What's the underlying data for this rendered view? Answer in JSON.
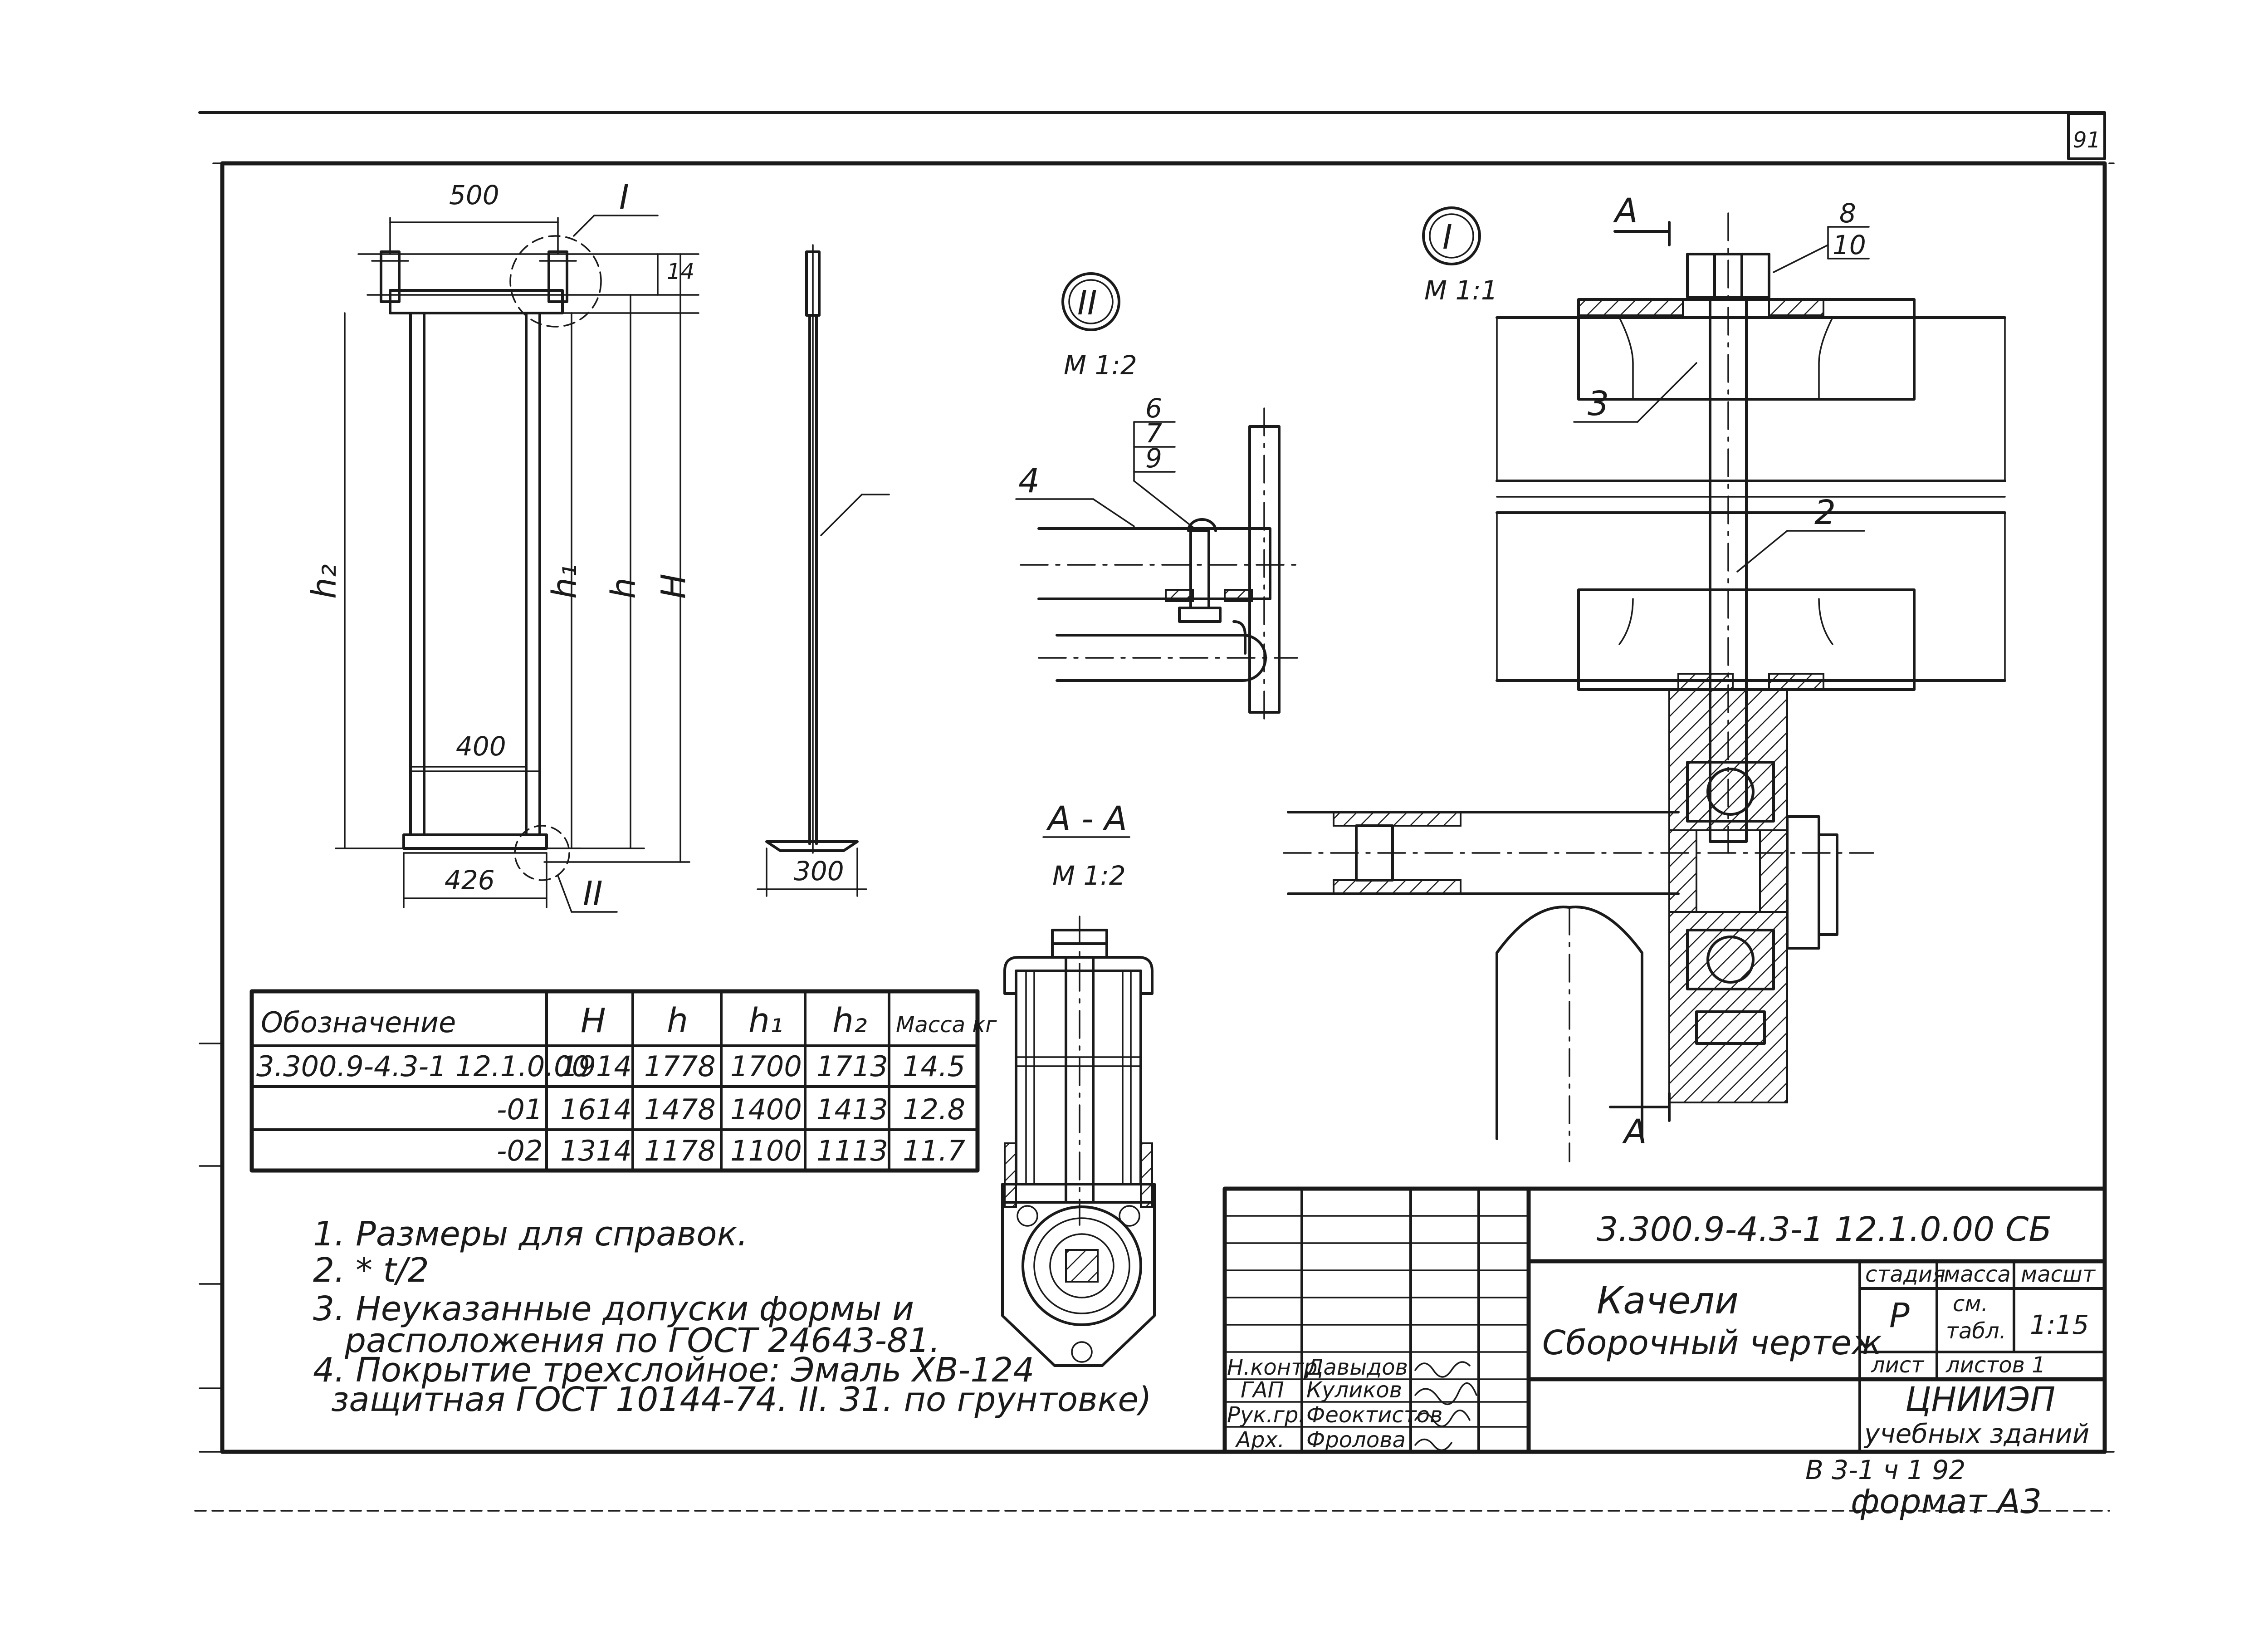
{
  "sheet_number": "91",
  "overall_width": "500",
  "details": {
    "detail_1": {
      "mark": "I",
      "scale": "М 1:1"
    },
    "detail_2": {
      "mark": "II",
      "scale": "М 1:2"
    },
    "section_aa": {
      "title": "А - А",
      "scale": "М 1:2",
      "cut_letter": "А"
    }
  },
  "front_view": {
    "dim_h2": "h₂",
    "dim_h1": "h₁",
    "dim_h": "h",
    "dim_H": "H",
    "dim_400": "400",
    "dim_426": "426",
    "callout_2": "II",
    "callout_1": "I"
  },
  "side_view": {
    "dim_300": "300"
  },
  "positions": {
    "pos_2": "2",
    "pos_3": "3",
    "pos_4": "4",
    "pos_6": "6",
    "pos_7": "7",
    "pos_9": "9",
    "pos_8": "8",
    "pos_10": "10"
  },
  "table": {
    "headers": [
      "Обозначение",
      "H",
      "h",
      "h₁",
      "h₂",
      "Масса кг"
    ],
    "rows": [
      [
        "3.300.9-4.3-1 12.1.0.00",
        "1914",
        "1778",
        "1700",
        "1713",
        "14.5"
      ],
      [
        "-01",
        "1614",
        "1478",
        "1400",
        "1413",
        "12.8"
      ],
      [
        "-02",
        "1314",
        "1178",
        "1100",
        "1113",
        "11.7"
      ]
    ]
  },
  "notes": [
    "1. Размеры для справок.",
    "2. * t/2",
    "3. Неуказанные допуски формы и",
    "расположения по ГОСТ 24643-81.",
    "4. Покрытие трехслойное: Эмаль ХВ-124",
    "защитная ГОСТ 10144-74. II. 31. по грунтовке)"
  ],
  "title_block": {
    "document_code": "3.300.9-4.3-1 12.1.0.00 СБ",
    "title_line1": "Качели",
    "title_line2": "Сборочный чертеж",
    "col_stage": "стадия",
    "col_mass": "масса",
    "col_scale": "масшт",
    "stage_value": "Р",
    "mass_value_1": "см.",
    "mass_value_2": "табл.",
    "scale_value": "1:15",
    "sheet_label": "лист",
    "sheets_label": "листов 1",
    "org_line1": "ЦНИИЭП",
    "org_line2": "учебных зданий",
    "roles": [
      {
        "role": "Н.контр.",
        "name": "Давыдов"
      },
      {
        "role": "ГАП",
        "name": "Куликов"
      },
      {
        "role": "Рук.гр.",
        "name": "Феоктистов"
      },
      {
        "role": "Арх.",
        "name": "Фролова"
      }
    ]
  },
  "issue_mark": "В 3-1 ч 1 92",
  "format": "формат А3"
}
